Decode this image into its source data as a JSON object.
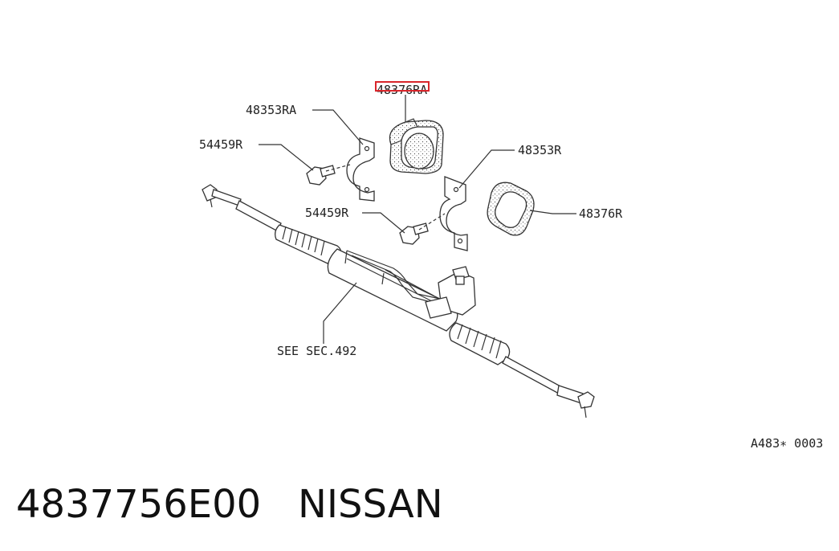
{
  "callouts": {
    "grommet_top": "48376RA",
    "bracket_left": "48353RA",
    "bolt_left": "54459R",
    "bracket_right": "48353R",
    "bolt_right": "54459R",
    "grommet_right": "48376R",
    "see_section": "SEE SEC.492",
    "figure_code": "A483∗ 0003"
  },
  "highlight_color": "#d9262b",
  "caption": {
    "part_number": "4837756E00",
    "brand": "NISSAN"
  }
}
